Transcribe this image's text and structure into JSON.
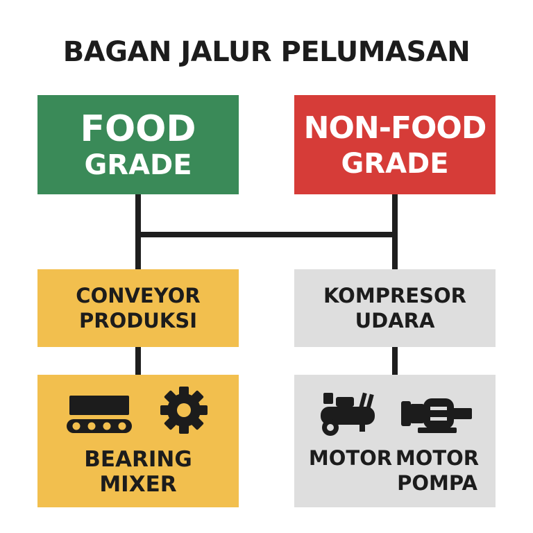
{
  "title": "BAGAN JALUR PELUMASAN",
  "food_grade": {
    "line1": "FOOD",
    "line2": "GRADE",
    "color": "#3a8a58"
  },
  "non_food_grade": {
    "line1": "NON-FOOD",
    "line2": "GRADE",
    "color": "#d63c38"
  },
  "conveyor": {
    "line1": "CONVEYOR",
    "line2": "PRODUKSI",
    "color": "#f2bf4e"
  },
  "kompresor": {
    "line1": "KOMPRESOR",
    "line2": "UDARA",
    "color": "#dedede"
  },
  "bearing_mixer": {
    "line1": "BEARING",
    "line2": "MIXER",
    "icons": [
      "conveyor-belt-icon",
      "gear-icon"
    ]
  },
  "motors": {
    "motor": "MOTOR",
    "motor_pompa_line1": "MOTOR",
    "motor_pompa_line2": "POMPA",
    "icons": [
      "air-compressor-icon",
      "electric-motor-icon"
    ]
  },
  "line_color": "#1e1e1e"
}
